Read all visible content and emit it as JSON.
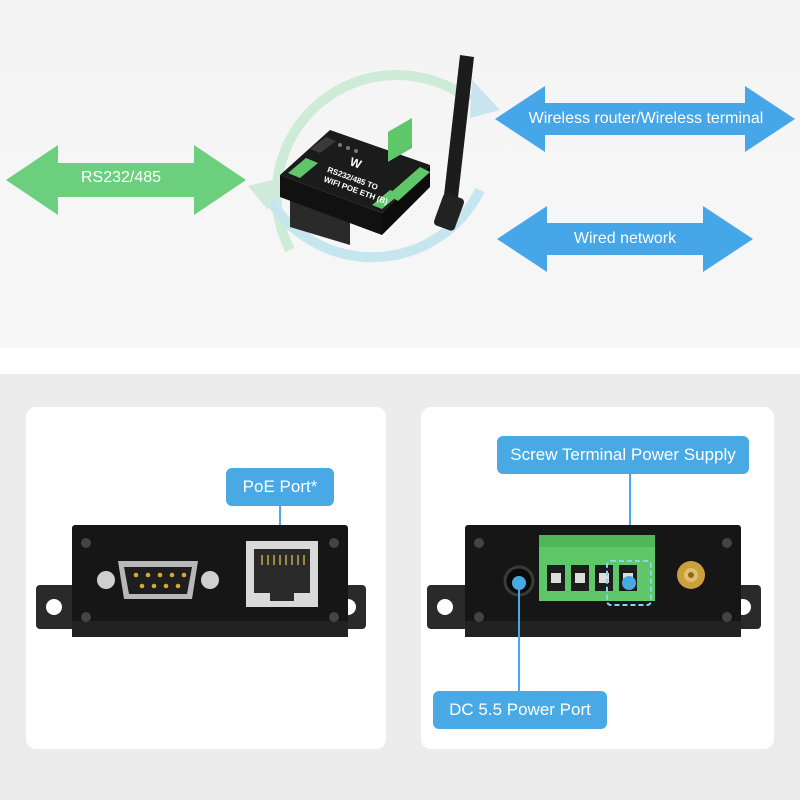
{
  "top": {
    "left_arrow_label": "RS232/485",
    "right_top_arrow_label": "Wireless router/Wireless terminal",
    "right_bottom_arrow_label": "Wired network",
    "device_logo": "W",
    "device_title": "RS232/485 TO",
    "device_subtitle": "WIFI POE ETH (B)"
  },
  "colors": {
    "green_arrow": "#6ccf7e",
    "blue_arrow": "#45a6e8",
    "callout_blue": "#49a9e4",
    "terminal_green": "#5fc76a",
    "device_body": "#1b1b1b"
  },
  "bottom": {
    "left_panel": {
      "callout": "PoE Port*"
    },
    "right_panel": {
      "callout_top": "Screw Terminal Power Supply",
      "callout_bottom": "DC 5.5 Power Port"
    }
  }
}
